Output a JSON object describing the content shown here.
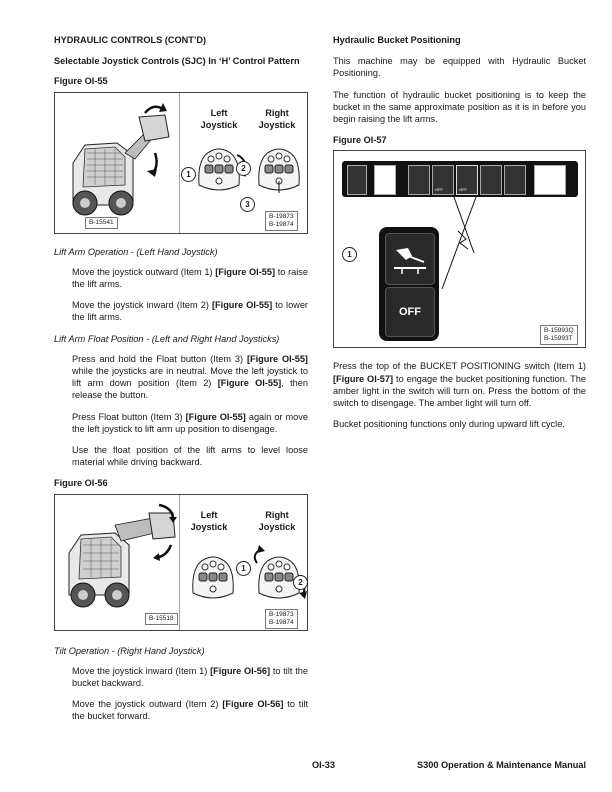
{
  "left": {
    "section_title": "HYDRAULIC CONTROLS (CONT’D)",
    "subsection_title": "Selectable Joystick Controls (SJC) In ‘H’ Control Pattern",
    "fig55": {
      "label": "Figure OI-55",
      "left_joystick": "Left Joystick",
      "right_joystick": "Right Joystick",
      "callout_1": "1",
      "callout_2": "2",
      "callout_3": "3",
      "caption_left": "B-15541",
      "caption_right_1": "B-19873",
      "caption_right_2": "B-19874"
    },
    "lift_heading": "Lift Arm Operation - (Left Hand Joystick)",
    "lift_p1_text": "Move the joystick outward (Item 1)",
    "lift_p1_ref": "[Figure OI-55]",
    "lift_p1_tail": "to raise the lift arms.",
    "lift_p2_text": "Move the joystick inward (Item 2)",
    "lift_p2_ref": "[Figure OI-55]",
    "lift_p2_tail": "to lower the lift arms.",
    "float_heading": "Lift Arm Float Position - (Left and Right Hand Joysticks)",
    "float_p1_a": "Press and hold the Float button (Item 3)",
    "float_p1_ref1": "[Figure OI-55]",
    "float_p1_b": "while the joysticks are in neutral. Move the left joystick to lift arm down position (Item 2)",
    "float_p1_ref2": "[Figure OI-55]",
    "float_p1_c": ", then release the button.",
    "float_p2_a": "Press Float button (Item 3)",
    "float_p2_ref": "[Figure OI-55]",
    "float_p2_b": "again or move the left joystick to lift arm up position to disengage.",
    "float_p3": "Use the float position of the lift arms to level loose material while driving backward.",
    "fig56": {
      "label": "Figure OI-56",
      "left_joystick": "Left Joystick",
      "right_joystick": "Right Joystick",
      "callout_1": "1",
      "callout_2": "2",
      "caption_left": "B-15518",
      "caption_right_1": "B-19873",
      "caption_right_2": "B-19874"
    },
    "tilt_heading": "Tilt Operation - (Right Hand Joystick)",
    "tilt_p1_text": "Move the joystick inward (Item 1)",
    "tilt_p1_ref": "[Figure OI-56]",
    "tilt_p1_tail": "to tilt the bucket backward.",
    "tilt_p2_text": "Move the joystick outward (Item 2)",
    "tilt_p2_ref": "[Figure OI-56]",
    "tilt_p2_tail": "to tilt the bucket forward."
  },
  "right": {
    "title": "Hydraulic Bucket Positioning",
    "p1": "This machine may be equipped with Hydraulic Bucket Positioning.",
    "p2": "The function of hydraulic bucket positioning is to keep the bucket in the same approximate position as it is in before you begin raising the lift arms.",
    "fig57": {
      "label": "Figure OI-57",
      "callout_1": "1",
      "off_label": "OFF",
      "switch_small_off": "OFF",
      "caption_1": "B-15993Q",
      "caption_2": "B-15993T"
    },
    "p3_a": "Press the top of the BUCKET POSITIONING switch (Item 1)",
    "p3_ref": "[Figure OI-57]",
    "p3_b": "to engage the bucket positioning function. The amber light in the switch will turn on. Press the bottom of the switch to disengage. The amber light will turn off.",
    "p4": "Bucket positioning functions only during upward lift cycle."
  },
  "footer": {
    "page": "OI-33",
    "manual": "S300 Operation & Maintenance Manual"
  }
}
